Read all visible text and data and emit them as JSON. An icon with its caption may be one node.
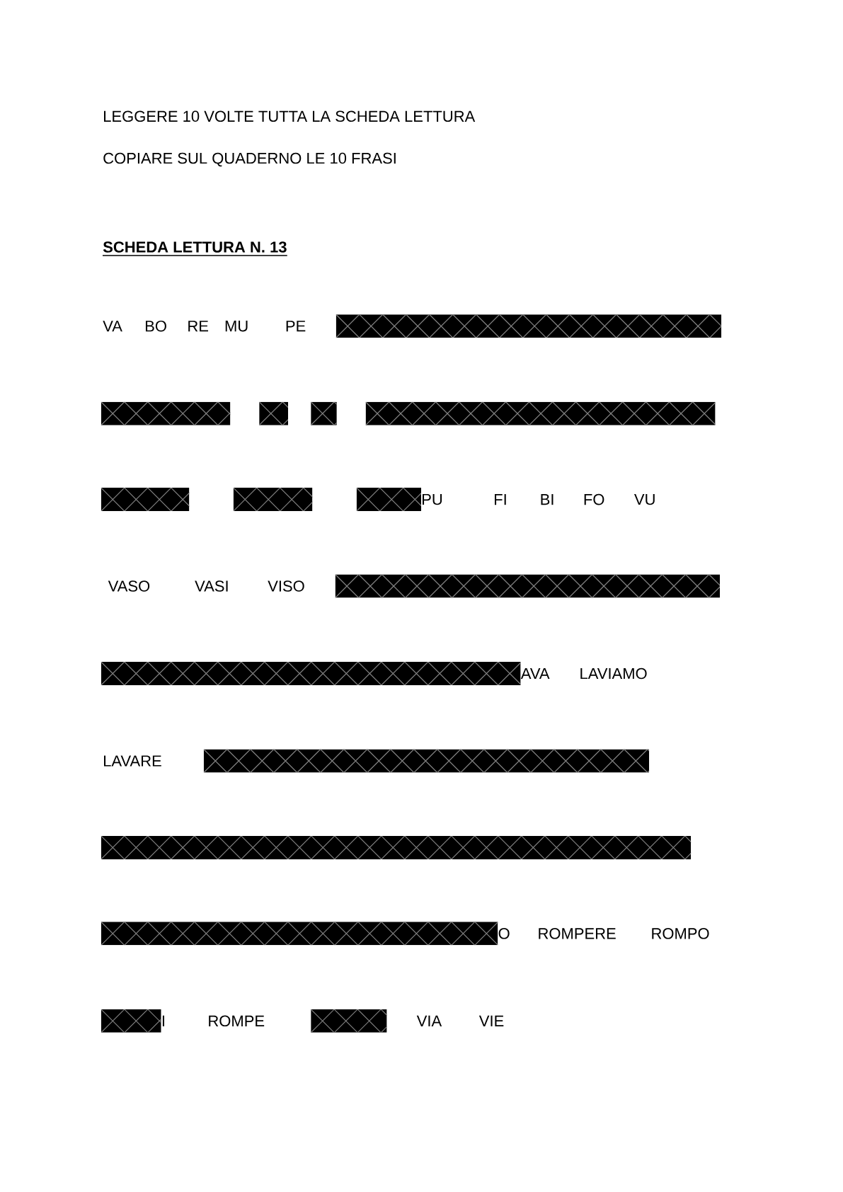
{
  "diagram": {
    "title": "SCHEDA LETTURA N. 13",
    "labels": [
      "LEGGERE 10 VOLTE TUTTA LA SCHEDA LETTURA",
      "COPIARE SUL QUADERNO LE  10 FRASI",
      "VA",
      "BO",
      "RE",
      "MU",
      "PE",
      "PU",
      "FI",
      "BI",
      "FO",
      "VU",
      "VASO",
      "VASI",
      "VISO",
      "AVA",
      "LAVIAMO",
      "LAVARE",
      "O",
      "ROMPERE",
      "ROMPO",
      "I",
      "ROMPE",
      "VIA",
      "VIE"
    ]
  }
}
